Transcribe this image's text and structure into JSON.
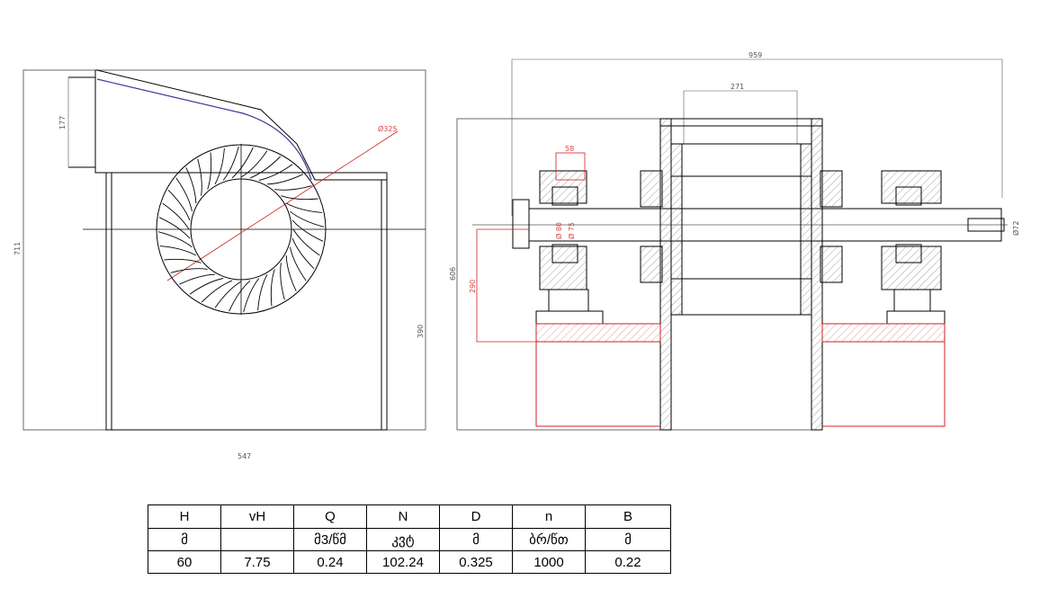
{
  "dimensions": {
    "left_height": "711",
    "outlet_height": "177",
    "impeller_dia": "Ø325",
    "base_height": "390",
    "left_width": "547",
    "overall_length": "959",
    "center_width": "271",
    "right_height": "606",
    "shaft_axis_height": "290",
    "bearing_width": "58",
    "shaft_dia_a": "Ø 80",
    "shaft_dia_b": "Ø 75",
    "shaft_end_dia": "Ø72"
  },
  "spec_table": {
    "headers": [
      "H",
      "vH",
      "Q",
      "N",
      "D",
      "n",
      "B"
    ],
    "units": [
      "მ",
      "",
      "მ3/წმ",
      "კვტ",
      "მ",
      "ბრ/წთ",
      "მ"
    ],
    "values": [
      "60",
      "7.75",
      "0.24",
      "102.24",
      "0.325",
      "1000",
      "0.22"
    ]
  },
  "colors": {
    "line": "#000000",
    "red": "#d02020",
    "blue": "#3a3a9a",
    "dim": "#555555"
  }
}
